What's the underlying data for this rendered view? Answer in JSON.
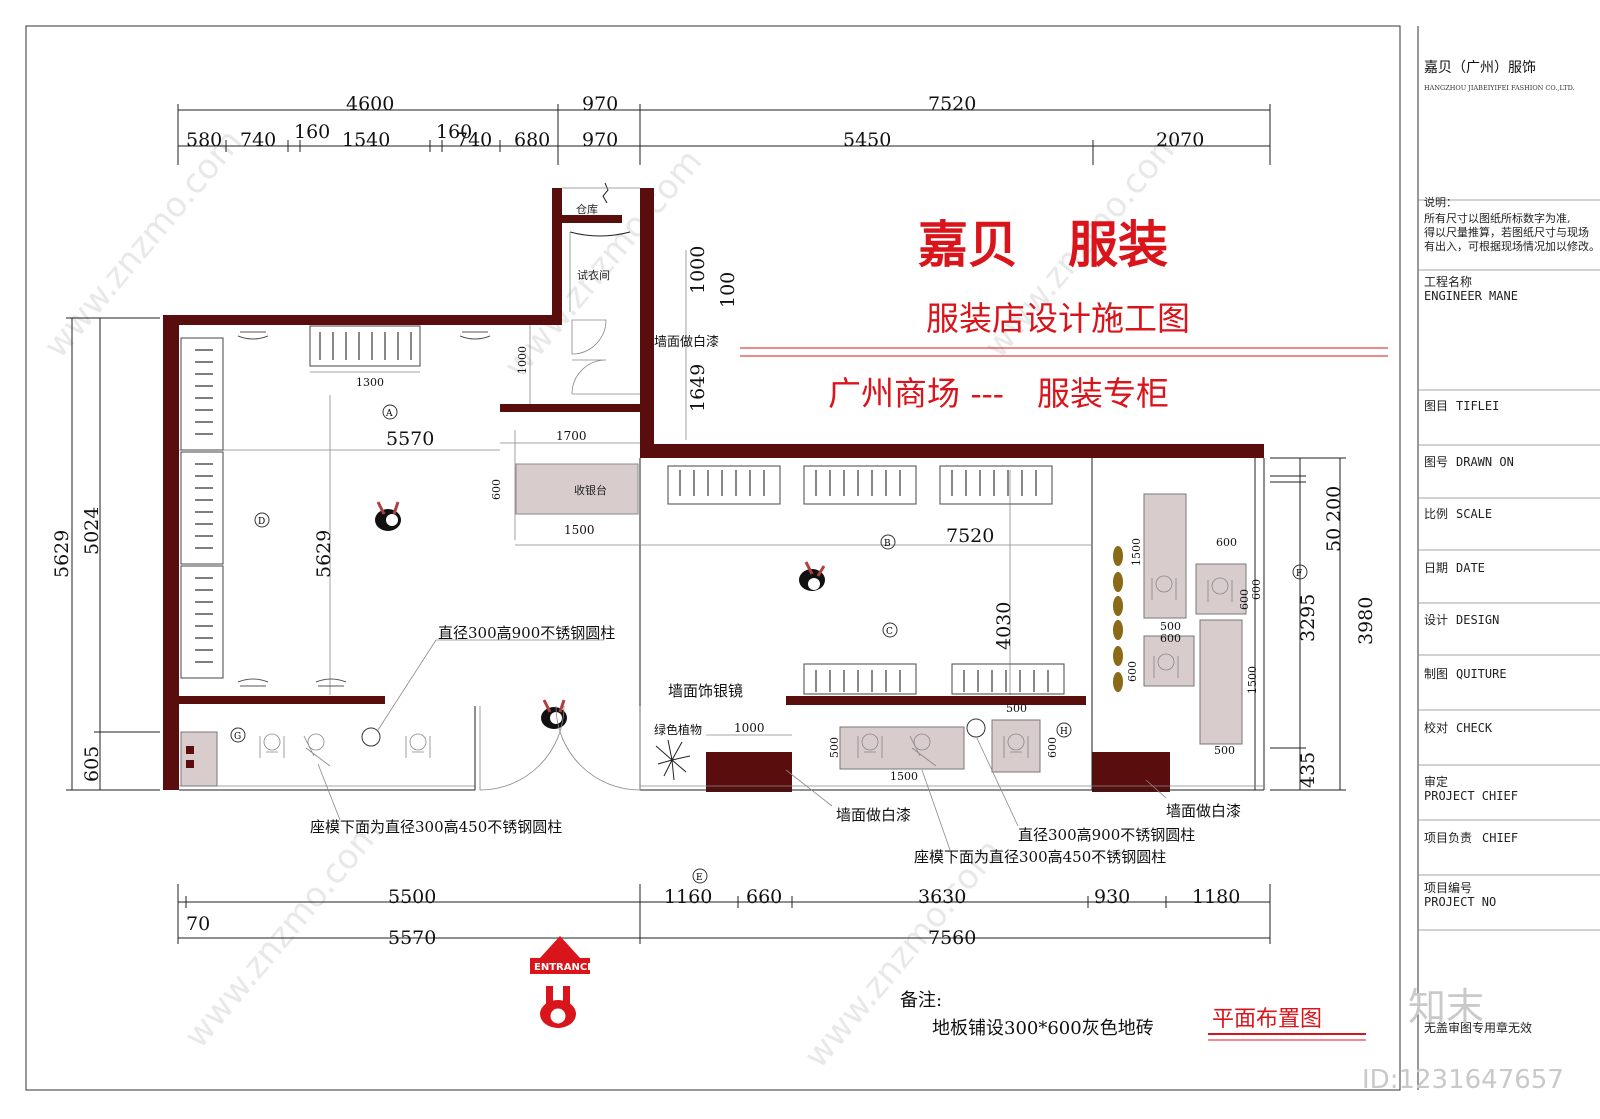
{
  "title_block": {
    "company_cn": "嘉贝（广州）服饰",
    "company_en": "HANGZHOU JIABEIYIFEI FASHION CO.,LTD.",
    "notes_title": "说明：",
    "notes_line1": "所有尺寸以图纸所标数字为准,",
    "notes_line2": "得以尺量推算，若图纸尺寸与现场",
    "notes_line3": "有出入，可根据现场情况加以修改。",
    "fields": [
      {
        "cn": "工程名称",
        "en": "ENGINEER MANE"
      },
      {
        "cn": "图目",
        "en": "TIFLEI"
      },
      {
        "cn": "图号",
        "en": "DRAWN ON"
      },
      {
        "cn": "比例",
        "en": "SCALE"
      },
      {
        "cn": "日期",
        "en": "DATE"
      },
      {
        "cn": "设计",
        "en": "DESIGN"
      },
      {
        "cn": "制图",
        "en": "QUITURE"
      },
      {
        "cn": "校对",
        "en": "CHECK"
      },
      {
        "cn": "审定",
        "en": "PROJECT CHIEF"
      },
      {
        "cn": "项目负责",
        "en": "CHIEF"
      },
      {
        "cn": "项目编号",
        "en": "PROJECT NO"
      }
    ],
    "stamp_text": "无盖审图专用章无效"
  },
  "headings": {
    "brand": "嘉贝　服装",
    "subtitle": "服装店设计施工图",
    "location": "广州商场 ---　服装专柜"
  },
  "rooms": {
    "warehouse": "仓库",
    "fitting_room": "试衣间",
    "cashier": "收银台"
  },
  "labels": {
    "wall_white_top": "墙面做白漆",
    "pillar_left": "直径300高900不锈钢圆柱",
    "mirror": "墙面饰银镜",
    "plant": "绿色植物",
    "seat_left": "座模下面为直径300高450不锈钢圆柱",
    "wall_white_mid": "墙面做白漆",
    "wall_white_right": "墙面做白漆",
    "pillar_right": "直径300高900不锈钢圆柱",
    "seat_right": "座模下面为直径300高450不锈钢圆柱"
  },
  "dimensions": {
    "top_row1": [
      "4600",
      "970",
      "7520"
    ],
    "top_row2": [
      "580",
      "740",
      "160",
      "1540",
      "160",
      "740",
      "680",
      "970",
      "5450",
      "2070"
    ],
    "bottom_row1": [
      "5500",
      "1160",
      "660",
      "3630",
      "930",
      "1180"
    ],
    "bottom_row2": [
      "70",
      "5570",
      "7560"
    ],
    "left": [
      "5629",
      "5024",
      "605"
    ],
    "right": [
      "50",
      "200",
      "3295",
      "3980",
      "435"
    ],
    "interior": {
      "d1300": "1300",
      "d1000a": "1000",
      "d1700": "1700",
      "d5570": "5570",
      "d600a": "600",
      "d1500a": "1500",
      "d5629": "5629",
      "d1000b": "1000",
      "d100": "100",
      "d1649": "1649",
      "d7520": "7520",
      "d4030": "4030",
      "d1000c": "1000",
      "d500a": "500",
      "d1500b": "1500",
      "d600b": "600",
      "d600c": "600",
      "d1500c": "1500",
      "d600d": "600",
      "d500b": "500",
      "d600e": "600",
      "d500c": "500",
      "d600f": "600",
      "d1500d": "1500",
      "d500d": "500",
      "d600g": "600"
    }
  },
  "markers": [
    "A",
    "B",
    "C",
    "D",
    "E",
    "F",
    "G",
    "H"
  ],
  "entrance": "ENTRANCE",
  "remarks": {
    "title": "备注:",
    "text": "地板铺设300*600灰色地砖"
  },
  "plan_title": "平面布置图",
  "watermark": {
    "logo": "知末",
    "id": "ID:1231647657",
    "site": "www.znzmo.com"
  },
  "colors": {
    "wall": "#5a0d0d",
    "title_red": "#d9151b",
    "fixture_fill": "#d9cccc"
  }
}
